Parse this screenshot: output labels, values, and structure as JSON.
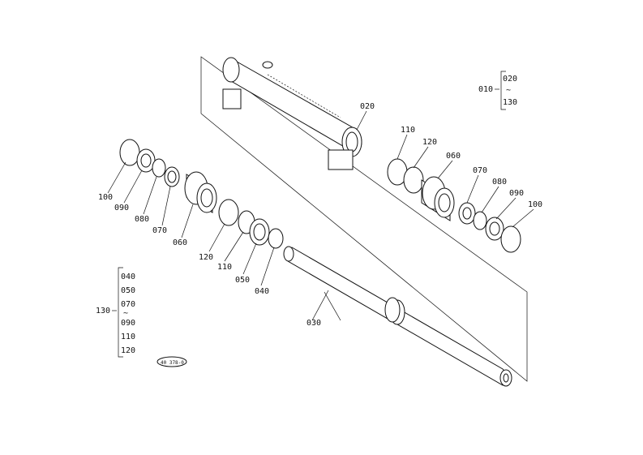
{
  "parts": [
    {
      "id": "020",
      "label": "020"
    },
    {
      "id": "030",
      "label": "030"
    },
    {
      "id": "040",
      "label": "040"
    },
    {
      "id": "050",
      "label": "050"
    },
    {
      "id": "060",
      "label": "060"
    },
    {
      "id": "070",
      "label": "070"
    },
    {
      "id": "080",
      "label": "080"
    },
    {
      "id": "090",
      "label": "090"
    },
    {
      "id": "100",
      "label": "100"
    },
    {
      "id": "110",
      "label": "110"
    },
    {
      "id": "120",
      "label": "120"
    }
  ],
  "left_group": {
    "labels": {
      "p100": "100",
      "p090": "090",
      "p080": "080",
      "p070": "070",
      "p060": "060",
      "p120": "120",
      "p110": "110",
      "p050": "050",
      "p040": "040"
    }
  },
  "right_group": {
    "labels": {
      "p110": "110",
      "p120": "120",
      "p060": "060",
      "p070": "070",
      "p080": "080",
      "p090": "090",
      "p100": "100"
    }
  },
  "tube_label": "020",
  "rod_label": "030",
  "legend_top": {
    "assembly": "010",
    "from": "020",
    "tilde": "~",
    "to": "130"
  },
  "legend_left": {
    "kit": "130",
    "items": [
      "040",
      "050",
      "070",
      "~",
      "090",
      "110",
      "120"
    ]
  },
  "stamp_text": "40 378-0"
}
